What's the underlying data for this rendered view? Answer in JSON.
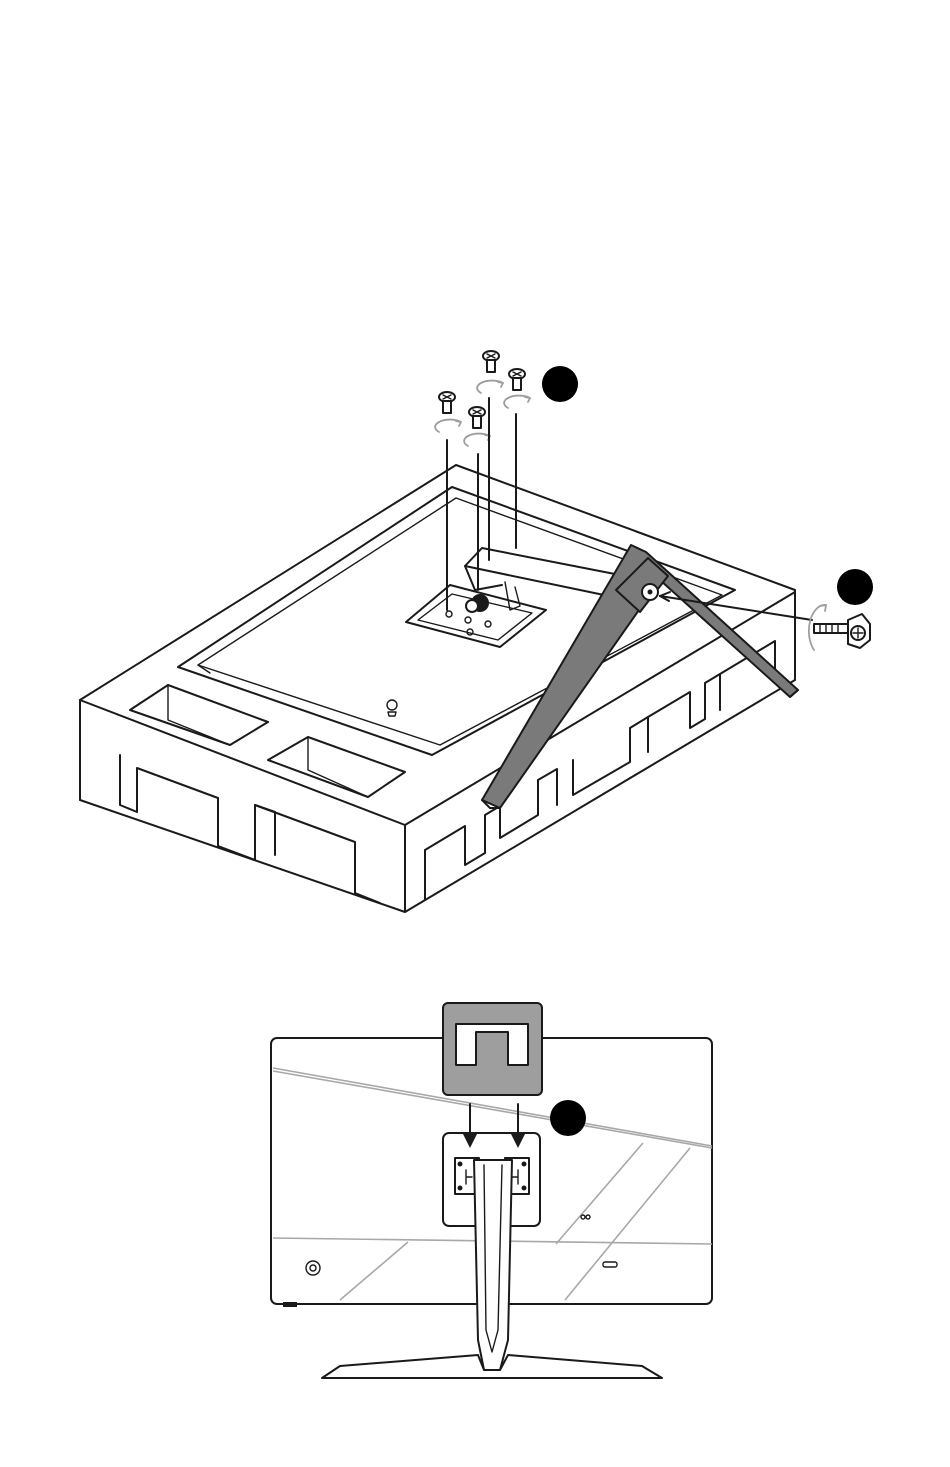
{
  "figure": {
    "description_labels": [],
    "colors": {
      "line": "#1a1a1a",
      "stand_fill": "#7a7a7a",
      "bracket_fill": "#9e9e9e",
      "rotation_arrow": "#9e9e9e",
      "step_marker": "#000000"
    },
    "step_markers": [
      {
        "id": "step-marker-1",
        "label": ""
      },
      {
        "id": "step-marker-2",
        "label": ""
      },
      {
        "id": "step-marker-3",
        "label": ""
      }
    ],
    "icons": [
      "screw-icon",
      "thumb-screw-icon",
      "rotation-arrow-icon",
      "down-arrow-icon"
    ]
  }
}
